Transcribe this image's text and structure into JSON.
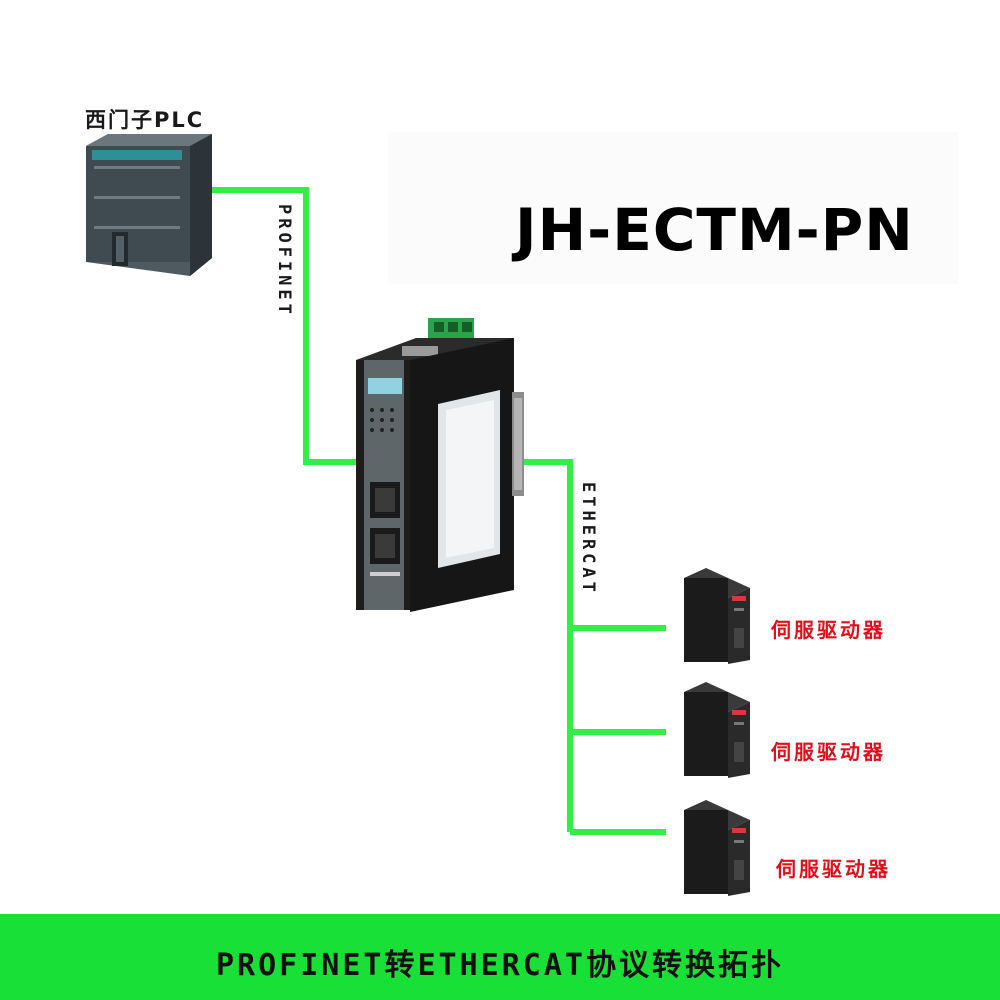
{
  "plc_label": "西门子PLC",
  "product_title": "JH-ECTM-PN",
  "link_profinet": "PROFINET",
  "link_ethercat": "ETHERCAT",
  "servos": [
    {
      "label": "伺服驱动器"
    },
    {
      "label": "伺服驱动器"
    },
    {
      "label": "伺服驱动器"
    }
  ],
  "footer_title": "PROFINET转ETHERCAT协议转换拓扑",
  "colors": {
    "link": "#33ee44",
    "footer": "#19e036",
    "servo_label": "#e0101a"
  }
}
